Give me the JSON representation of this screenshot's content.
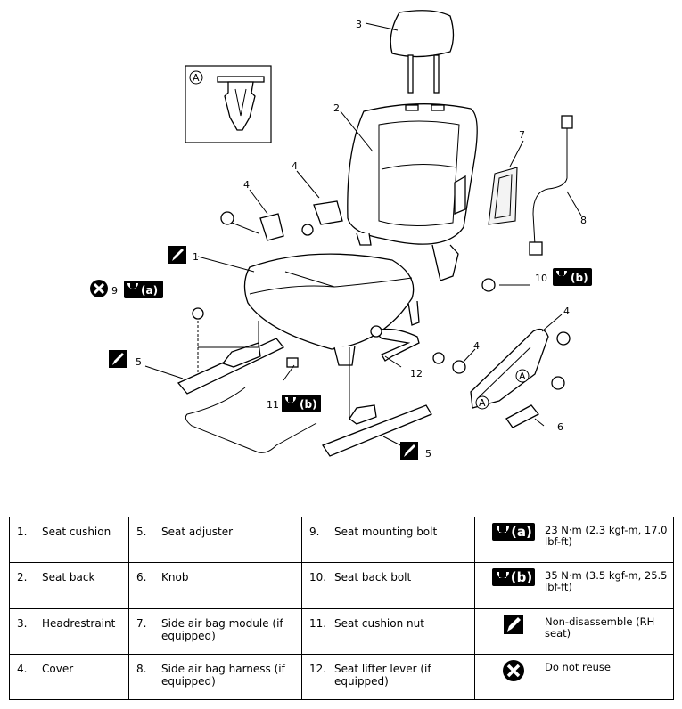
{
  "callouts": {
    "c1": "1",
    "c2": "2",
    "c3": "3",
    "c4a": "4",
    "c4b": "4",
    "c4c": "4",
    "c4d": "4",
    "c5a": "5",
    "c5b": "5",
    "c6": "6",
    "c7": "7",
    "c8": "8",
    "c9": "9",
    "c10": "10",
    "c11": "11",
    "c12": "12",
    "a_main": "A",
    "a_cover1": "A",
    "a_cover2": "A"
  },
  "torque": {
    "a": "(a)",
    "b": "(b)"
  },
  "legend": {
    "rows": [
      {
        "c1": {
          "num": "1.",
          "label": "Seat cushion"
        },
        "c2": {
          "num": "5.",
          "label": "Seat adjuster"
        },
        "c3": {
          "num": "9.",
          "label": "Seat mounting bolt"
        },
        "sym": {
          "badge": "(a)",
          "text": "23 N·m (2.3 kgf-m, 17.0 lbf-ft)"
        }
      },
      {
        "c1": {
          "num": "2.",
          "label": "Seat back"
        },
        "c2": {
          "num": "6.",
          "label": "Knob"
        },
        "c3": {
          "num": "10.",
          "label": "Seat back bolt"
        },
        "sym": {
          "badge": "(b)",
          "text": "35 N·m (3.5 kgf-m, 25.5 lbf-ft)"
        }
      },
      {
        "c1": {
          "num": "3.",
          "label": "Headrestraint"
        },
        "c2": {
          "num": "7.",
          "label": "Side air bag module (if equipped)"
        },
        "c3": {
          "num": "11.",
          "label": "Seat cushion nut"
        },
        "sym": {
          "icon": "non-disassemble-icon",
          "text": "Non-disassemble (RH seat)"
        }
      },
      {
        "c1": {
          "num": "4.",
          "label": "Cover"
        },
        "c2": {
          "num": "8.",
          "label": "Side air bag harness (if equipped)"
        },
        "c3": {
          "num": "12.",
          "label": "Seat lifter lever (if equipped)"
        },
        "sym": {
          "icon": "do-not-reuse-icon",
          "text": "Do not reuse"
        }
      }
    ]
  }
}
